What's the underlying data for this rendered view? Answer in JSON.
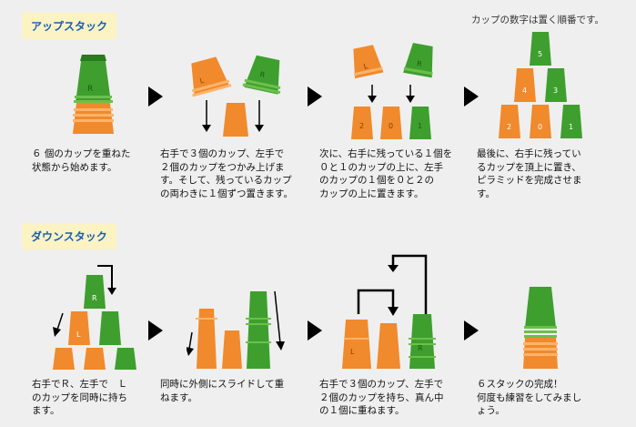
{
  "note": "カップの数字は置く順番です。",
  "sections": [
    {
      "label": "アップスタック",
      "captions": [
        "６ 個のカップを重ねた\n状態から始めます。",
        "右手で３個のカップ、左手で\n２個のカップをつかみ上げま\nす。そして、残っているカップ\nの両わきに１個ずつ置きます。",
        "次に、右手に残っている１個を\n０と１のカップの上に、左手\nのカップの１個を０と２の\nカップの上に置きます。",
        "最後に、右手に残ってい\nるカップを頂上に置き、\nピラミッドを完成させま\nす。"
      ]
    },
    {
      "label": "ダウンスタック",
      "captions": [
        "右手でＲ、左手で　Ｌ\nのカップを同時に持ち\nます。",
        "同時に外側にスライドして重\nねます。",
        "右手で３個のカップ、左手で\n２個のカップを持ち、真ん中\nの１個に重ねます。",
        "６スタックの完成！\n何度も練習をしてみまし\nょう。"
      ]
    }
  ],
  "cup_labels": {
    "R": "R",
    "L": "L",
    "zero": "0",
    "one": "1",
    "two": "2",
    "three": "3",
    "four": "4",
    "five": "5"
  },
  "colors": {
    "orange": "#f08a2c",
    "orange_dark": "#d66a14",
    "green": "#3e9f2e",
    "green_dark": "#2a7a1e",
    "label_bg": "#fbf3c4",
    "label_text": "#1a5fb0"
  }
}
